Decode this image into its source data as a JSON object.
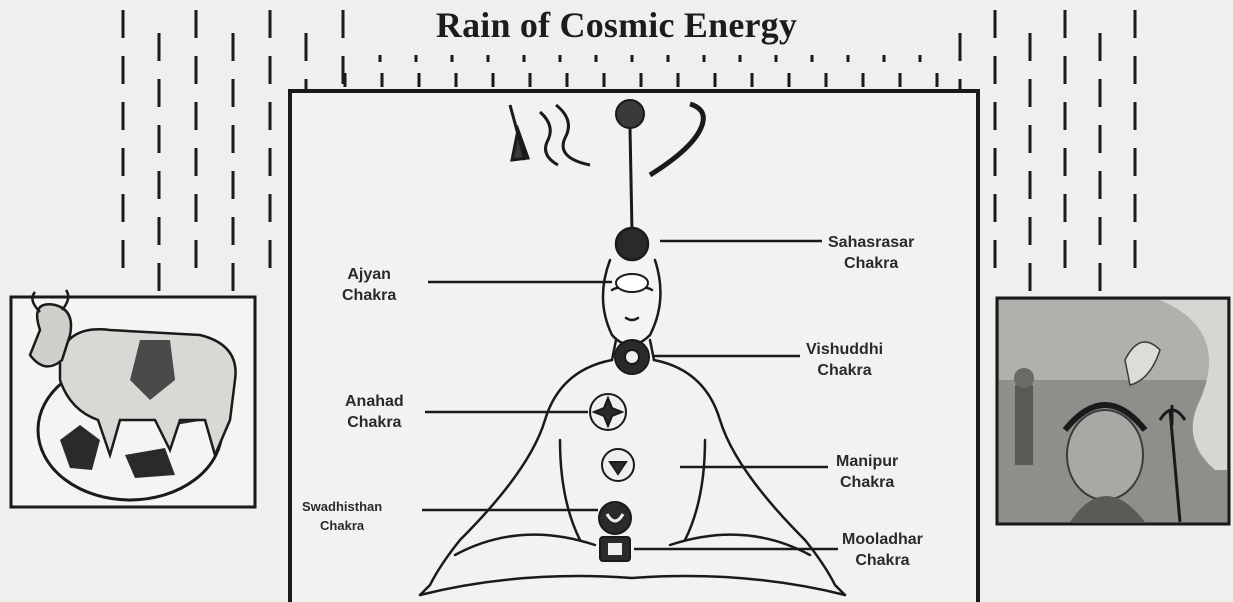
{
  "title": "Rain of Cosmic Energy",
  "labels": {
    "sahasrasar": [
      "Sahasrasar",
      "Chakra"
    ],
    "ajyan": [
      "Ajyan",
      "Chakra"
    ],
    "vishuddhi": [
      "Vishuddhi",
      "Chakra"
    ],
    "anahad": [
      "Anahad",
      "Chakra"
    ],
    "manipur": [
      "Manipur",
      "Chakra"
    ],
    "swadhisthan": [
      "Swadhisthan",
      "Chakra"
    ],
    "mooladhar": [
      "Mooladhar",
      "Chakra"
    ]
  },
  "colors": {
    "ink": "#1a1a1a",
    "paper": "#efefed"
  }
}
